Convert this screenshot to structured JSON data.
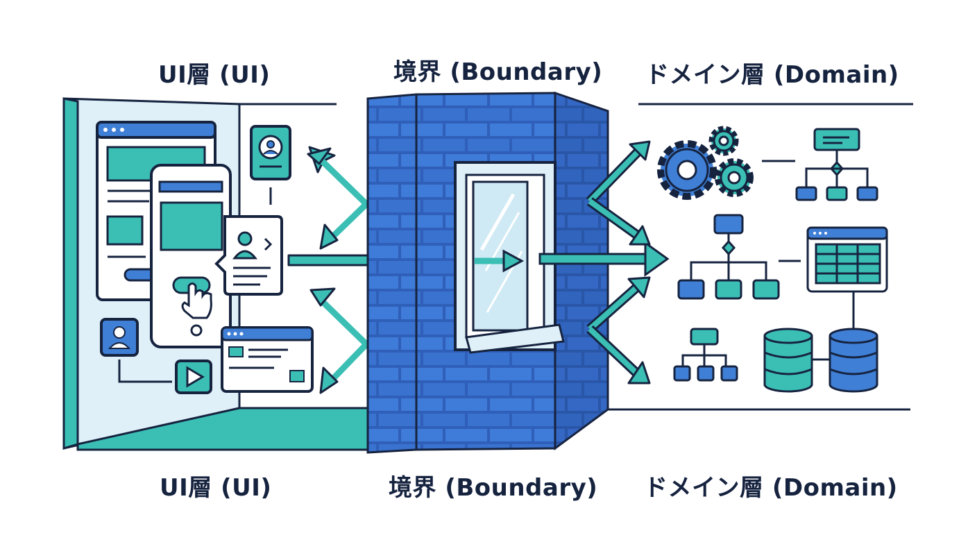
{
  "labels": {
    "ui_top": "UI層 (UI)",
    "boundary_top": "境界 (Boundary)",
    "domain_top": "ドメイン層 (Domain)",
    "ui_bottom": "UI層 (UI)",
    "boundary_bottom": "境界 (Boundary)",
    "domain_bottom": "ドメイン層 (Domain)"
  },
  "colors": {
    "navy": "#16233f",
    "teal": "#3bbfb5",
    "blue": "#3f7fd6",
    "brick": "#3a6cc9",
    "light_blue": "#dff0f8",
    "glass": "#cfeaf5"
  },
  "icons": [
    "window-icon",
    "phone-icon",
    "profile-card-icon",
    "avatar-icon",
    "play-icon",
    "gear-icon",
    "org-chart-icon",
    "table-icon",
    "database-icon",
    "hand-pointer-icon"
  ]
}
